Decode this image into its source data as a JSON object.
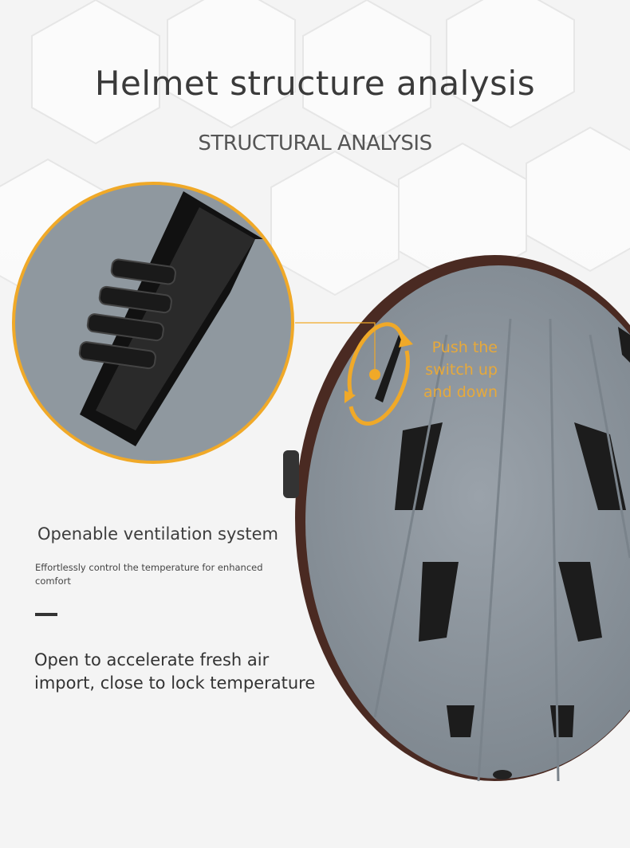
{
  "header": {
    "title": "Helmet structure analysis",
    "subtitle": "STRUCTURAL ANALYSIS"
  },
  "callout": {
    "text": "Push the switch up and down"
  },
  "feature": {
    "title": "Openable ventilation system",
    "description": "Effortlessly control the temperature for enhanced comfort",
    "benefit": "Open to accelerate fresh air import, close to lock temperature"
  },
  "colors": {
    "accent": "#f0a928",
    "helmet": "#8e979f",
    "background": "#f4f4f4"
  }
}
